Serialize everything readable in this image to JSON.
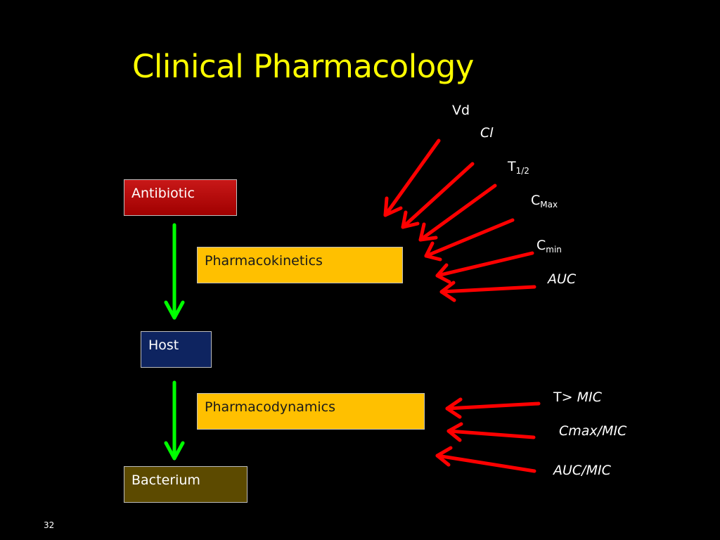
{
  "title": "Clinical Pharmacology",
  "boxes": {
    "antibiotic": "Antibiotic",
    "pharmacokinetics": "Pharmacokinetics",
    "host": "Host",
    "pharmacodynamics": "Pharmacodynamics",
    "bacterium": "Bacterium"
  },
  "pk_parameters": {
    "vd": "Vd",
    "cl": "Cl",
    "t_half": {
      "base": "T",
      "sub": "1/2"
    },
    "cmax": {
      "base": "C",
      "sub": "Max"
    },
    "cmin": {
      "base": "C",
      "sub": "min"
    },
    "auc": "AUC"
  },
  "pd_parameters": {
    "t_mic": {
      "prefix": "T> ",
      "italic": "MIC"
    },
    "cmax_mic": "Cmax/MIC",
    "auc_mic": "AUC/MIC"
  },
  "page_number": "32",
  "colors": {
    "background": "#000000",
    "title": "#ffff00",
    "antibiotic_box": "#b00000",
    "pk_pd_box": "#ffc000",
    "host_box": "#0e2460",
    "bacterium_box": "#5c4a00",
    "flow_arrow": "#00ff00",
    "parameter_arrow": "#ff0000"
  }
}
